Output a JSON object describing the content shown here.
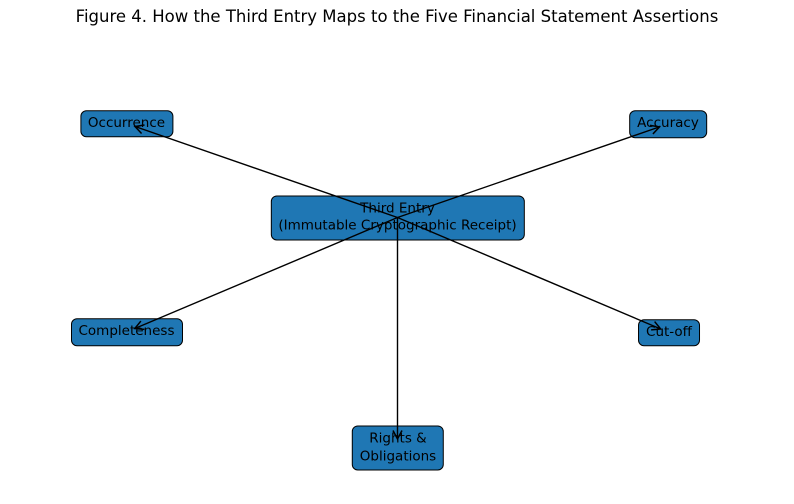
{
  "figure": {
    "title": "Figure 4. How the Third Entry Maps to the Five Financial Statement Assertions"
  },
  "diagram": {
    "center_node": {
      "label": "Third Entry\n(Immutable Cryptographic Receipt)"
    },
    "assertion_nodes": [
      {
        "id": "occurrence",
        "label": "Occurrence"
      },
      {
        "id": "accuracy",
        "label": "Accuracy"
      },
      {
        "id": "completeness",
        "label": "Completeness"
      },
      {
        "id": "cut-off",
        "label": "Cut-off"
      },
      {
        "id": "rights-obligations",
        "label": "Rights &\nObligations"
      }
    ],
    "colors": {
      "node_fill": "#1f77b4",
      "node_border": "#000000",
      "edge": "#000000",
      "text": "#000000",
      "background": "#ffffff"
    }
  }
}
